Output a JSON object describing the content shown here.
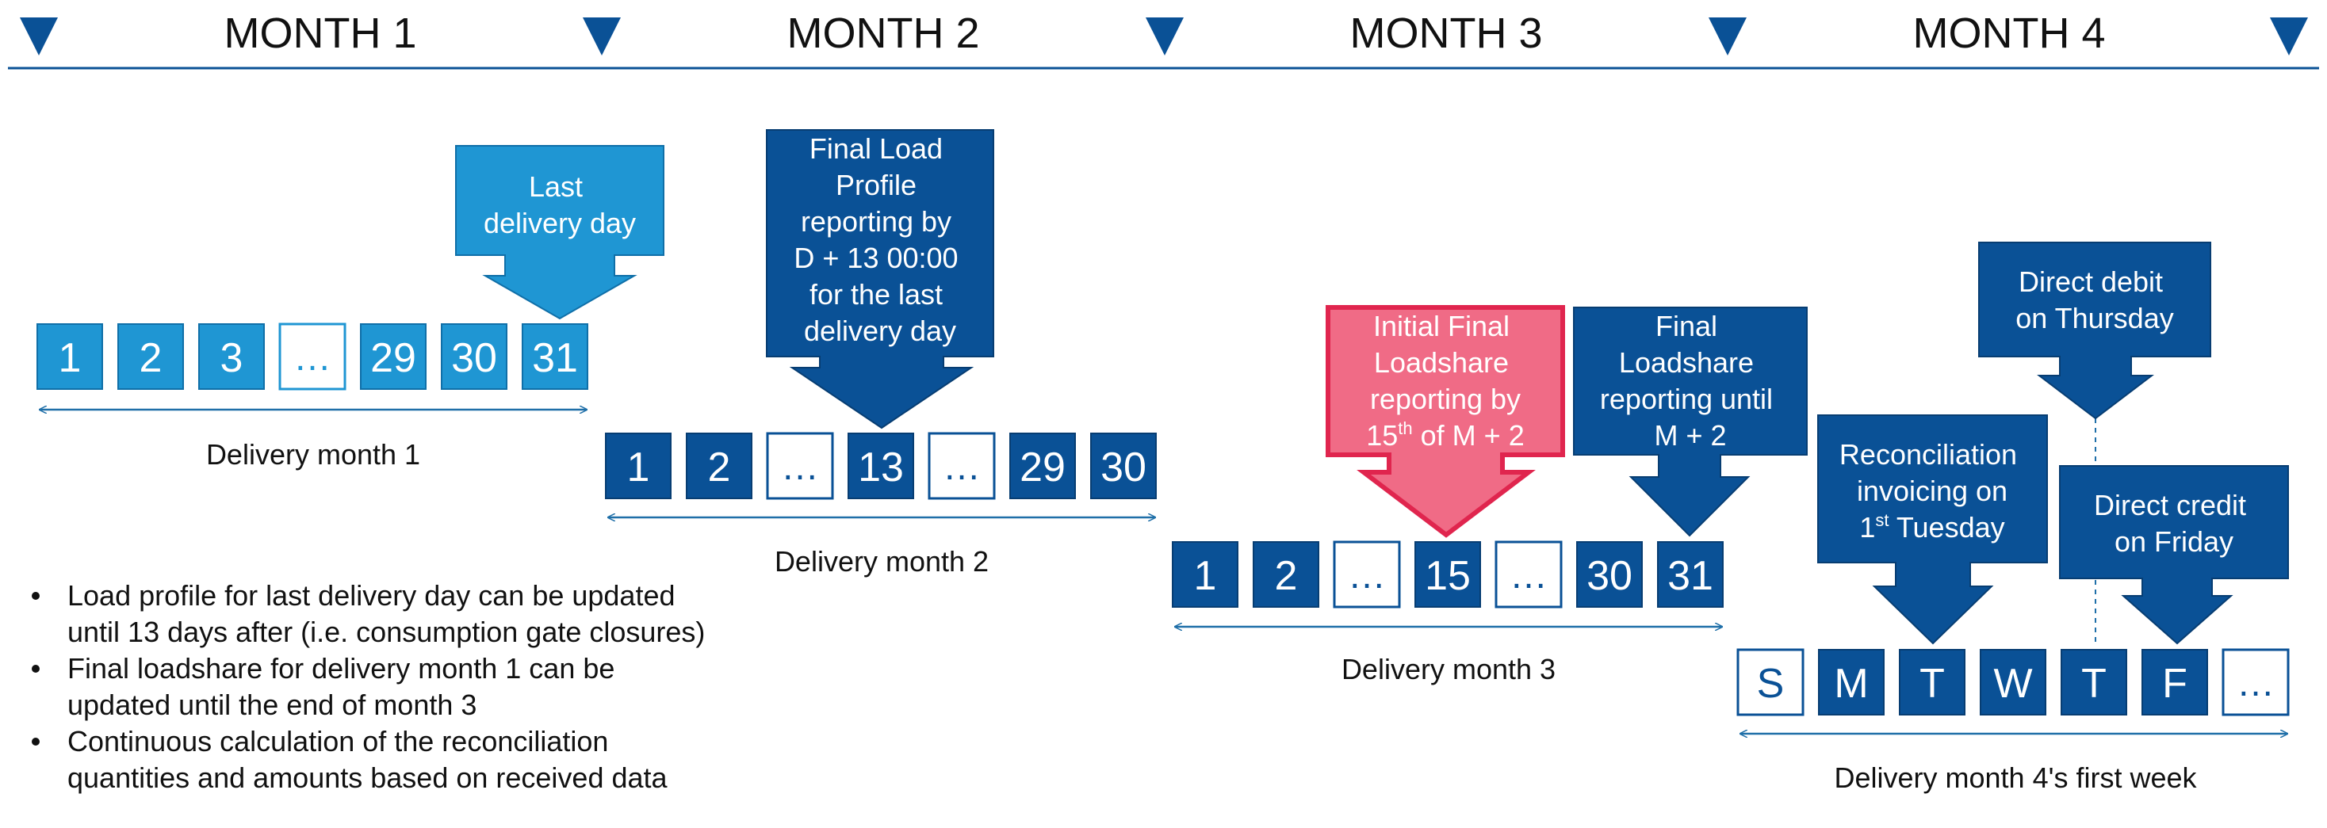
{
  "colors": {
    "dark_blue": "#0a5196",
    "light_blue": "#1f96d3",
    "pink": "#f06b86",
    "red_border": "#e0254e",
    "arrow_blue": "#1f6fa8",
    "text": "#111111"
  },
  "months": [
    "MONTH 1",
    "MONTH 2",
    "MONTH 3",
    "MONTH 4"
  ],
  "month1": {
    "days": [
      "1",
      "2",
      "3",
      "…",
      "29",
      "30",
      "31"
    ],
    "label": "Delivery month 1",
    "callout": [
      "Last",
      "delivery day"
    ]
  },
  "month2": {
    "days": [
      "1",
      "2",
      "…",
      "13",
      "…",
      "29",
      "30"
    ],
    "label": "Delivery month 2",
    "callout": [
      "Final Load",
      "Profile",
      "reporting by",
      "D + 13 00:00",
      "for the last",
      "delivery day"
    ]
  },
  "month3": {
    "days": [
      "1",
      "2",
      "…",
      "15",
      "…",
      "30",
      "31"
    ],
    "label": "Delivery month 3",
    "callout_initial": [
      "Initial Final",
      "Loadshare",
      "reporting by",
      "15",
      "th",
      " of M + 2"
    ],
    "callout_final": [
      "Final",
      "Loadshare",
      "reporting until",
      "M + 2"
    ]
  },
  "month4": {
    "days": [
      "S",
      "M",
      "T",
      "W",
      "T",
      "F",
      "…"
    ],
    "label": "Delivery month 4's first week",
    "callout_reconciliation": [
      "Reconciliation",
      "invoicing on",
      "1",
      "st",
      " Tuesday"
    ],
    "callout_debit": [
      "Direct debit",
      "on Thursday"
    ],
    "callout_credit": [
      "Direct credit",
      "on Friday"
    ]
  },
  "bullets": [
    [
      "Load profile for last delivery day can be updated",
      "until 13 days after (i.e. consumption gate closures)"
    ],
    [
      "Final loadshare for delivery month 1 can be",
      "updated until the end of month 3"
    ],
    [
      "Continuous calculation of the reconciliation",
      "quantities and amounts based on received data"
    ]
  ]
}
